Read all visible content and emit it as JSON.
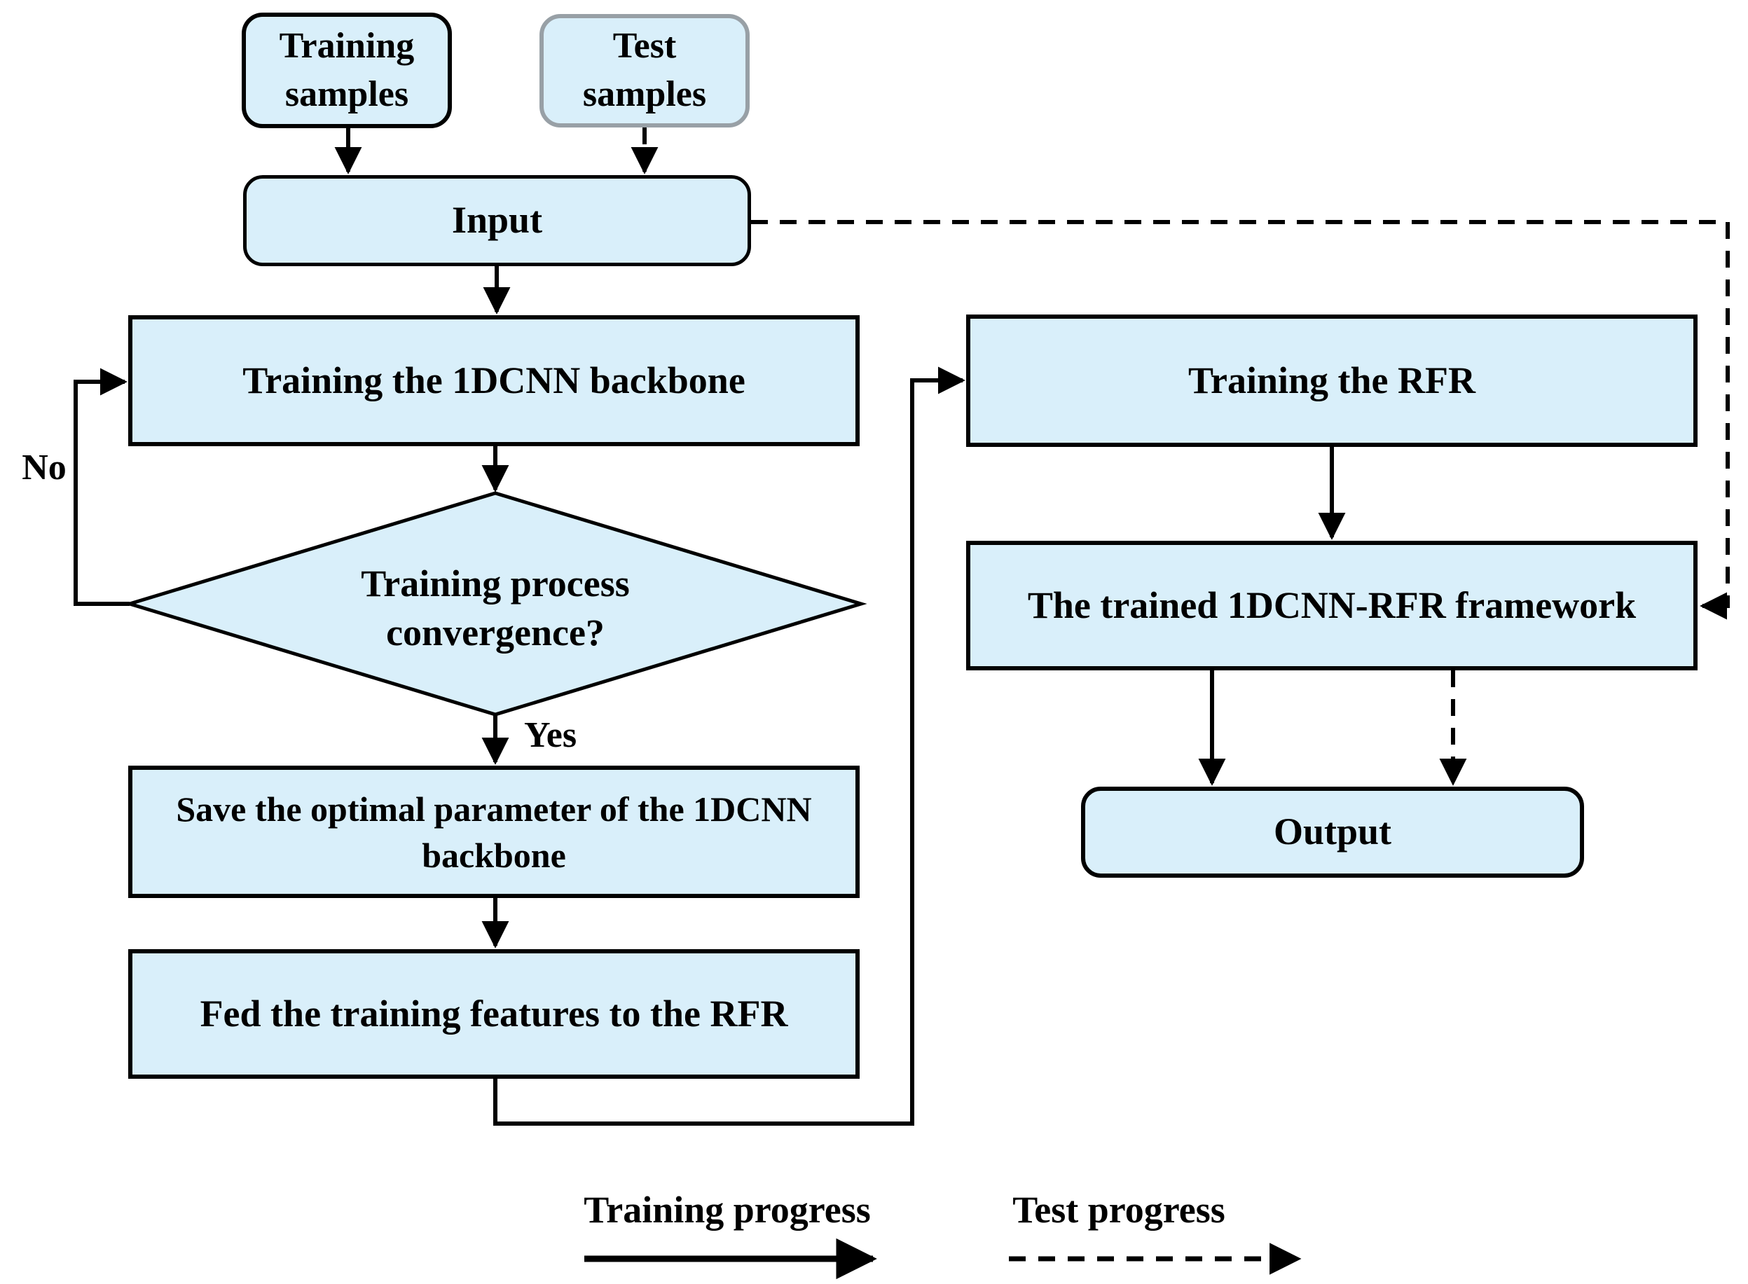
{
  "title": "1DCNN-RFR framework flowchart",
  "colors": {
    "node-fill": "#d9effa",
    "node-border": "#000000",
    "gray-border": "#98a0a6",
    "line": "#000000"
  },
  "nodes": {
    "training_samples": {
      "line1": "Training",
      "line2": "samples"
    },
    "test_samples": {
      "line1": "Test",
      "line2": "samples"
    },
    "input": {
      "label": "Input"
    },
    "train_backbone": {
      "label": "Training the 1DCNN backbone"
    },
    "convergence": {
      "line1": "Training process",
      "line2": "convergence?"
    },
    "save_params": {
      "line1": "Save the optimal parameter of the 1DCNN",
      "line2": "backbone"
    },
    "fed_features": {
      "label": "Fed the training features to the RFR"
    },
    "train_rfr": {
      "label": "Training the RFR"
    },
    "trained_framework": {
      "label": "The trained 1DCNN-RFR framework"
    },
    "output": {
      "label": "Output"
    }
  },
  "edge_labels": {
    "no": "No",
    "yes": "Yes"
  },
  "legend": {
    "training": "Training progress",
    "test": "Test progress"
  }
}
